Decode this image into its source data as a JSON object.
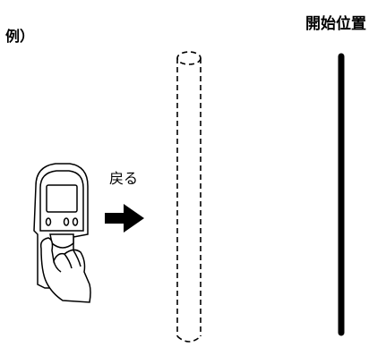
{
  "labels": {
    "example": "例）",
    "start_position": "開始位置",
    "back": "戻る"
  },
  "colors": {
    "line": "#000000",
    "background": "#ffffff"
  }
}
